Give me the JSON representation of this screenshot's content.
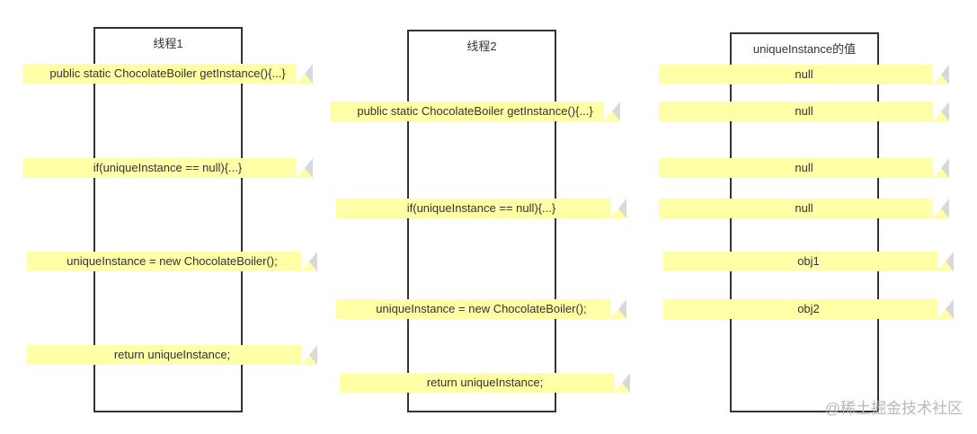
{
  "columns": {
    "thread1": {
      "title": "线程1",
      "notes": [
        "public static ChocolateBoiler getInstance(){...}",
        "if(uniqueInstance == null){...}",
        "uniqueInstance = new ChocolateBoiler();",
        "return uniqueInstance;"
      ]
    },
    "thread2": {
      "title": "线程2",
      "notes": [
        "public static ChocolateBoiler getInstance(){...}",
        "if(uniqueInstance == null){...}",
        "uniqueInstance = new ChocolateBoiler();",
        "return uniqueInstance;"
      ]
    },
    "value": {
      "title": "uniqueInstance的值",
      "notes": [
        "null",
        "null",
        "null",
        "null",
        "obj1",
        "obj2"
      ]
    }
  },
  "watermark": "@稀土掘金技术社区"
}
